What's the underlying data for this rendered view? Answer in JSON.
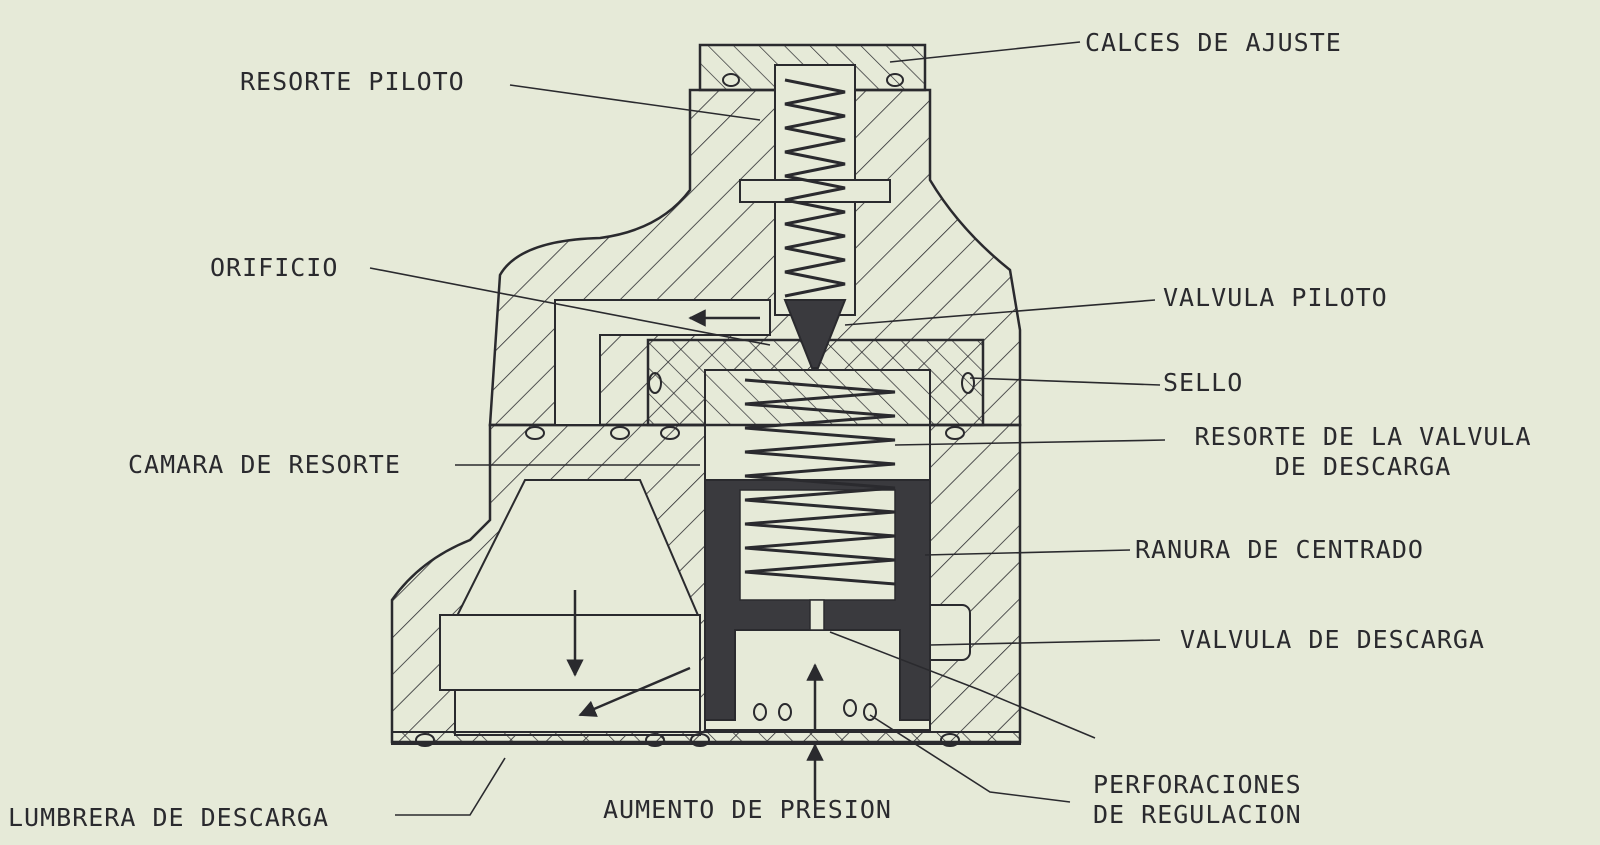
{
  "labels": {
    "calces_de_ajuste": "CALCES DE AJUSTE",
    "resorte_piloto": "RESORTE PILOTO",
    "orificio": "ORIFICIO",
    "valvula_piloto": "VALVULA PILOTO",
    "sello": "SELLO",
    "resorte_valvula_line1": "RESORTE DE LA VALVULA",
    "resorte_valvula_line2": "DE DESCARGA",
    "camara_de_resorte": "CAMARA DE RESORTE",
    "ranura_de_centrado": "RANURA DE CENTRADO",
    "valvula_de_descarga": "VALVULA DE DESCARGA",
    "perforaciones_line1": "PERFORACIONES",
    "perforaciones_line2": "DE REGULACION",
    "lumbrera_de_descarga": "LUMBRERA DE DESCARGA",
    "aumento_de_presion": "AUMENTO DE PRESION"
  },
  "colors": {
    "paper": "#e6ead8",
    "ink": "#2a2a2e",
    "solid_part": "#3a3a3e"
  }
}
